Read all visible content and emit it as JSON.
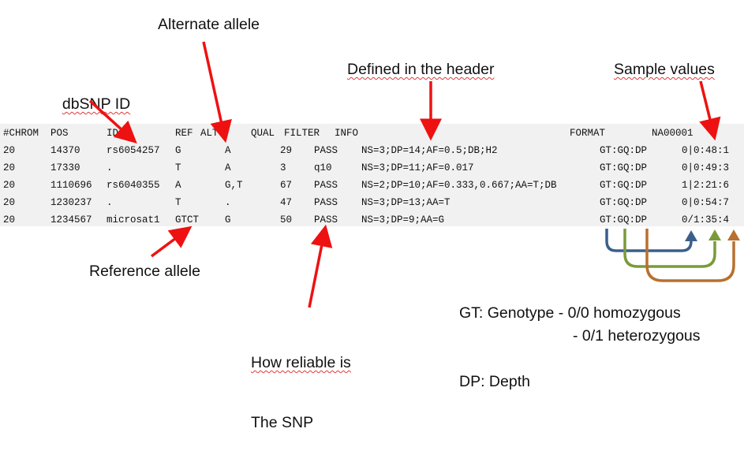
{
  "annotations": {
    "alternate_allele": "Alternate allele",
    "dbsnp_id": "dbSNP ID",
    "defined_in_header": "Defined in the header",
    "sample_values": "Sample values",
    "reference_allele": "Reference allele",
    "how_reliable_line1": "How reliable is",
    "how_reliable_line2": "The SNP",
    "gt_label": "GT: Genotype - 0/0 homozygous",
    "gt_het": "- 0/1 heterozygous",
    "dp_label": "DP: Depth"
  },
  "vcf": {
    "header": {
      "chrom": "#CHROM",
      "pos": "POS",
      "id": "ID",
      "ref": "REF",
      "alt": "ALT",
      "qual": "QUAL",
      "filter": "FILTER",
      "info": "INFO",
      "format": "FORMAT",
      "sample": "NA00001"
    },
    "rows": [
      {
        "chrom": "20",
        "pos": "14370",
        "id": "rs6054257",
        "ref": "G",
        "alt": "A",
        "qual": "29",
        "filter": "PASS",
        "info": "NS=3;DP=14;AF=0.5;DB;H2",
        "format": "GT:GQ:DP",
        "sample": "0|0:48:1"
      },
      {
        "chrom": "20",
        "pos": "17330",
        "id": ".",
        "ref": "T",
        "alt": "A",
        "qual": "3",
        "filter": "q10",
        "info": "NS=3;DP=11;AF=0.017",
        "format": "GT:GQ:DP",
        "sample": "0|0:49:3"
      },
      {
        "chrom": "20",
        "pos": "1110696",
        "id": "rs6040355",
        "ref": "A",
        "alt": "G,T",
        "qual": "67",
        "filter": "PASS",
        "info": "NS=2;DP=10;AF=0.333,0.667;AA=T;DB",
        "format": "GT:GQ:DP",
        "sample": "1|2:21:6"
      },
      {
        "chrom": "20",
        "pos": "1230237",
        "id": ".",
        "ref": "T",
        "alt": ".",
        "qual": "47",
        "filter": "PASS",
        "info": "NS=3;DP=13;AA=T",
        "format": "GT:GQ:DP",
        "sample": "0|0:54:7"
      },
      {
        "chrom": "20",
        "pos": "1234567",
        "id": "microsat1",
        "ref": "GTCT",
        "alt": "G",
        "qual": "50",
        "filter": "PASS",
        "info": "NS=3;DP=9;AA=G",
        "format": "GT:GQ:DP",
        "sample": "0/1:35:4"
      }
    ]
  },
  "colors": {
    "arrow_red": "#ee1111",
    "connector_blue": "#3b5f8c",
    "connector_green": "#7a9a3a",
    "connector_orange": "#b8702f",
    "table_background": "#f1f1f1"
  }
}
